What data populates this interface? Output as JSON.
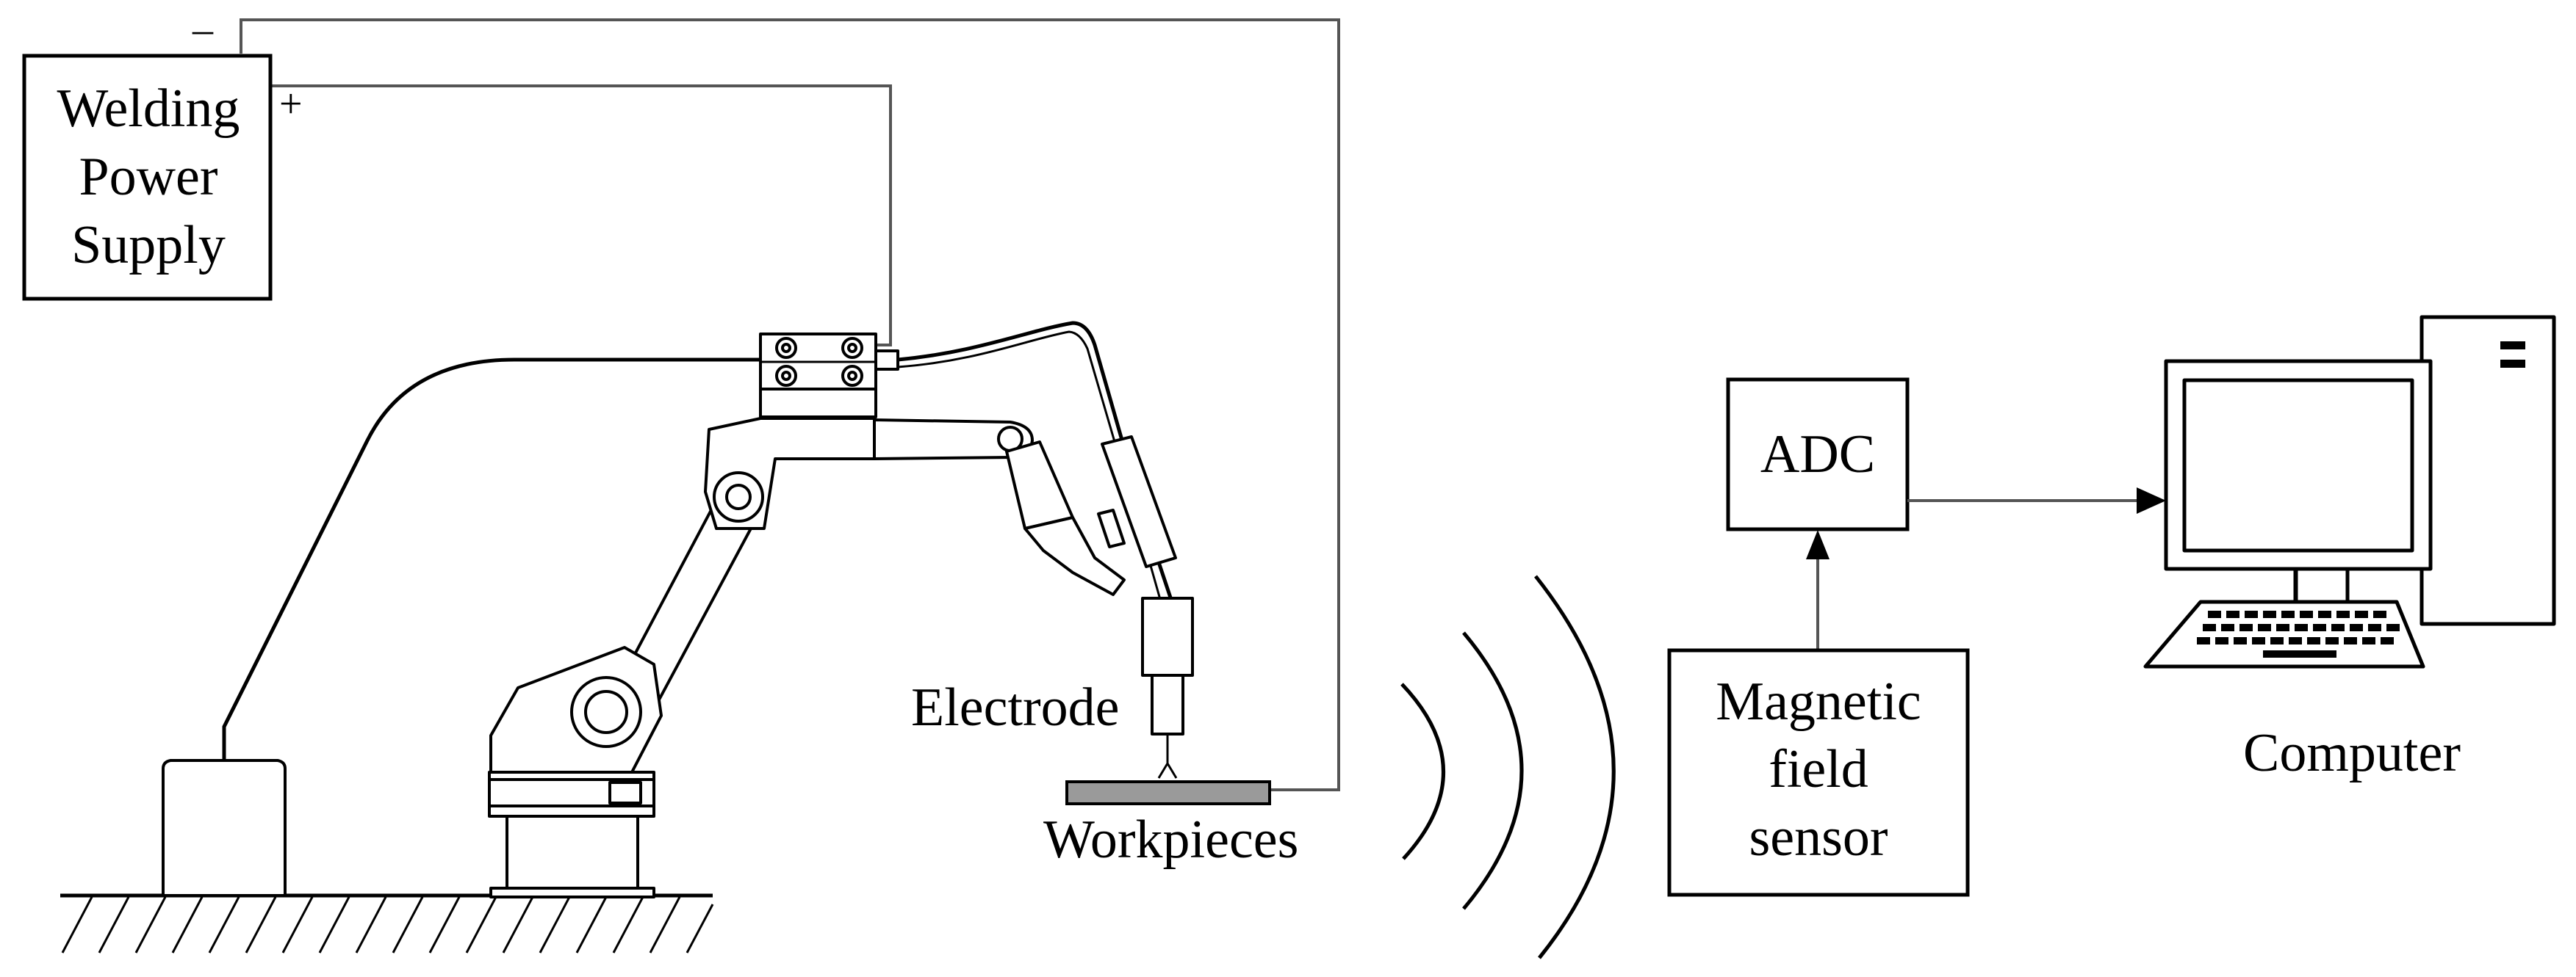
{
  "power_supply": {
    "line1": "Welding",
    "line2": "Power",
    "line3": "Supply",
    "minus": "–",
    "plus": "+"
  },
  "electrode_label": "Electrode",
  "workpieces_label": "Workpieces",
  "adc_label": "ADC",
  "sensor": {
    "line1": "Magnetic",
    "line2": "field",
    "line3": "sensor"
  },
  "computer_label": "Computer"
}
